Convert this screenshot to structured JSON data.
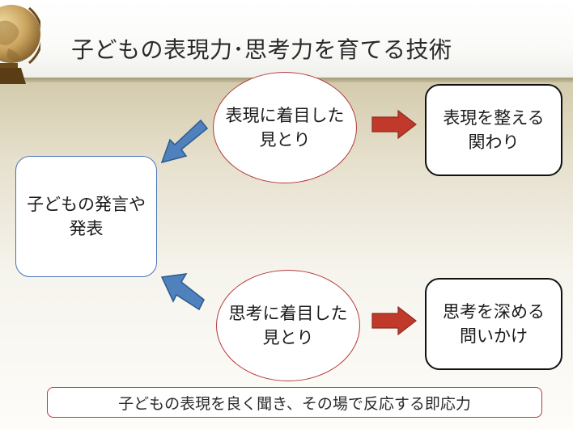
{
  "slide": {
    "title": "子どもの表現力･思考力を育てる技術",
    "left_box": {
      "line1": "子どもの発言や",
      "line2": "発表"
    },
    "oval_top": {
      "line1": "表現に着目した",
      "line2": "見とり"
    },
    "oval_bottom": {
      "line1": "思考に着目した",
      "line2": "見とり"
    },
    "box_right_top": {
      "line1": "表現を整える",
      "line2": "関わり"
    },
    "box_right_bottom": {
      "line1": "思考を深める",
      "line2": "問いかけ"
    },
    "bottom_banner": "子どもの表現を良く聞き、その場で反応する即応力"
  },
  "colors": {
    "blue_arrow": "#4f81bd",
    "red_arrow": "#c0392b",
    "oval_border": "#b43a3a",
    "left_box_border": "#4a76b8"
  },
  "icons": [
    "globe-icon"
  ]
}
